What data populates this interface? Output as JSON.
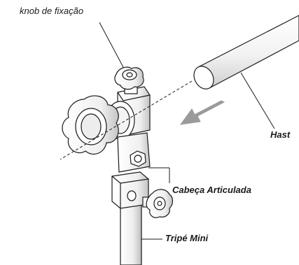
{
  "labels": {
    "knob": "knob de fixação",
    "haste": "Hast",
    "cabeca": "Cabeça Articulada",
    "tripe": "Tripé Mini"
  },
  "icons": {
    "direction_arrow": "arrow-left-down-icon"
  },
  "colors": {
    "line": "#1a1a1a",
    "metal_fill": "#ffffff",
    "metal_shade": "#d9d9d9",
    "arrow_gray": "#9a9a9a"
  }
}
